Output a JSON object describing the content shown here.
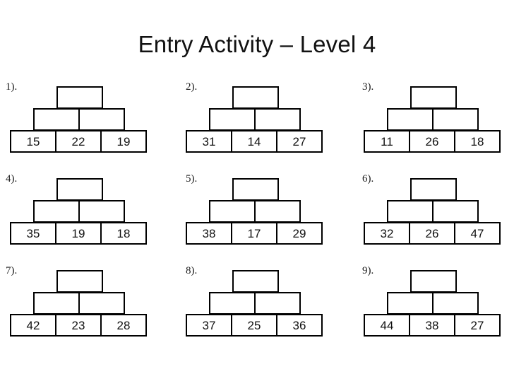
{
  "page": {
    "title": "Entry Activity – Level 4",
    "background_color": "#ffffff",
    "border_color": "#000000"
  },
  "pyramids": [
    {
      "label": "1).",
      "bottom": [
        "15",
        "22",
        "19"
      ],
      "middle": [
        "",
        ""
      ],
      "top": [
        ""
      ]
    },
    {
      "label": "2).",
      "bottom": [
        "31",
        "14",
        "27"
      ],
      "middle": [
        "",
        ""
      ],
      "top": [
        ""
      ]
    },
    {
      "label": "3).",
      "bottom": [
        "11",
        "26",
        "18"
      ],
      "middle": [
        "",
        ""
      ],
      "top": [
        ""
      ]
    },
    {
      "label": "4).",
      "bottom": [
        "35",
        "19",
        "18"
      ],
      "middle": [
        "",
        ""
      ],
      "top": [
        ""
      ]
    },
    {
      "label": "5).",
      "bottom": [
        "38",
        "17",
        "29"
      ],
      "middle": [
        "",
        ""
      ],
      "top": [
        ""
      ]
    },
    {
      "label": "6).",
      "bottom": [
        "32",
        "26",
        "47"
      ],
      "middle": [
        "",
        ""
      ],
      "top": [
        ""
      ]
    },
    {
      "label": "7).",
      "bottom": [
        "42",
        "23",
        "28"
      ],
      "middle": [
        "",
        ""
      ],
      "top": [
        ""
      ]
    },
    {
      "label": "8).",
      "bottom": [
        "37",
        "25",
        "36"
      ],
      "middle": [
        "",
        ""
      ],
      "top": [
        ""
      ]
    },
    {
      "label": "9).",
      "bottom": [
        "44",
        "38",
        "27"
      ],
      "middle": [
        "",
        ""
      ],
      "top": [
        ""
      ]
    }
  ]
}
